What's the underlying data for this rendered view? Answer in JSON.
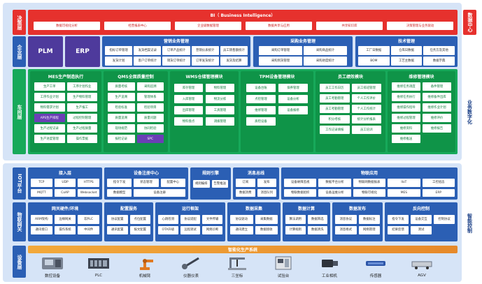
{
  "side_labels": {
    "decision": "决策层",
    "enterprise": "企业层",
    "workshop": "车间层",
    "iot": "IOT平台",
    "gateway": "物联网关",
    "device": "设备层"
  },
  "right_labels": {
    "data_center": "数据中心",
    "digital": "业务数字化",
    "smart_control": "智能控制"
  },
  "bi": {
    "title": "BI（ Business Intelligence）",
    "items": [
      "数据可视化分析",
      "经营报表中心",
      "企业级数据管理",
      "数据共享与应用",
      "共享知识库",
      "决策管理与业务驱动"
    ]
  },
  "enterprise": {
    "plm": "PLM",
    "erp": "ERP",
    "modules": [
      {
        "title": "营销业务管理",
        "rows": [
          [
            "指标订单管理",
            "发货档案记录",
            "订单产品统计",
            "营销仪表统计",
            "员工销售额统计"
          ],
          [
            "发货计划",
            "客户订单统计",
            "销货订单统计",
            "订单发货统计",
            "发货及结算"
          ]
        ]
      },
      {
        "title": "采购业务管理",
        "rows": [
          [
            "采购订单管理",
            "采购商品统计"
          ],
          [
            "采购到货管理",
            "采购进度统计"
          ]
        ]
      },
      {
        "title": "技术管理",
        "rows": [
          [
            "工厂日数据",
            "仓库日数据",
            "任务方及其他"
          ],
          [
            "BOM",
            "工艺主数据",
            "数据字典"
          ]
        ]
      }
    ]
  },
  "workshop": {
    "mes": {
      "title": "MES生产制造执行",
      "rows": [
        [
          "生产工单",
          "工序计划作业"
        ],
        [
          "工序作业计划",
          "生产物料管理"
        ],
        [
          "物料需求计划",
          "生产报工"
        ],
        [
          "APS生产排程",
          "过程控制管理"
        ],
        [
          "生产过程记录",
          "生产过程质量"
        ],
        [
          "生产进度管理",
          "操作票据"
        ]
      ]
    },
    "qms": {
      "title": "QMS全面质量控制",
      "rows": [
        [
          "质量考核",
          "采购追溯"
        ],
        [
          "生产追溯",
          "管理体系"
        ],
        [
          "检验标准",
          "检验项目"
        ],
        [
          "质量追溯",
          "质量问题"
        ],
        [
          "现场规范",
          "协同检验"
        ],
        [
          "报检记录",
          "SPC"
        ]
      ]
    },
    "wms": {
      "title": "WMS仓储管理模块",
      "rows": [
        [
          "库存管理",
          "物料管理"
        ],
        [
          "入库管理",
          "物流分拣"
        ],
        [
          "出库管理",
          "工具管理"
        ],
        [
          "物料盘点",
          "调拨管理"
        ]
      ]
    },
    "tpm": {
      "title": "TPM设备管理模块",
      "rows": [
        [
          "设备台账",
          "保养管理"
        ],
        [
          "点检管理",
          "设备分析"
        ],
        [
          "维修管理",
          "设备报修"
        ],
        [
          "质检设备",
          ""
        ]
      ]
    },
    "hr": {
      "title": "员工绩效模块",
      "rows": [
        [
          "员工工作日历",
          "员工排班管理"
        ],
        [
          "员工考勤管理",
          "个人工作评价"
        ],
        [
          "员工考勤管理",
          "个人工作统计"
        ],
        [
          "积分考核",
          "统计分析报表"
        ],
        [
          "工作记录填报",
          "员工培训"
        ]
      ]
    },
    "maint": {
      "title": "维修管理模块",
      "rows": [
        [
          "维修任务调度",
          "备件管理"
        ],
        [
          "维修任务执行",
          "维修备件出库"
        ],
        [
          "维修操作指导",
          "维修作业计划"
        ],
        [
          "维修过程管理",
          "维修评价"
        ],
        [
          "维修资料",
          "维修报告"
        ],
        [
          "维修推送",
          ""
        ]
      ]
    }
  },
  "iot_platform": {
    "access": {
      "title": "接入层",
      "rows": [
        [
          "TCP",
          "UDP",
          "HTTPS"
        ],
        [
          "MQTT",
          "CoAP",
          "Websocket"
        ]
      ]
    },
    "registry": {
      "title": "设备注册中心",
      "rows": [
        [
          "指令下发",
          "状态管理",
          "配置中心"
        ],
        [
          "数据模型",
          "设备注册"
        ]
      ]
    },
    "rules": {
      "title": "规则引擎",
      "rows": [
        [
          "规则编排",
          "告警推送"
        ]
      ]
    },
    "bus": {
      "title": "消息总线",
      "rows": [
        [
          "订阅",
          "发布"
        ],
        [
          "数据消费",
          "消息队列"
        ]
      ]
    },
    "iot_app": {
      "title": "物联应用",
      "rows": [
        [
          "设备故障监视",
          "数据平台分析",
          "物联网数据报表",
          "IIoT",
          "工控组态"
        ],
        [
          "物联数据组织",
          "设备运维分析",
          "物联可视化",
          "MES",
          "ERP"
        ]
      ]
    }
  },
  "gateway": {
    "hardware": {
      "title": "网关硬件/环境",
      "rows": [
        [
          "ARM架构",
          "边缘网关",
          "软PLC"
        ],
        [
          "通讯接口",
          "操作系统",
          "中间件"
        ]
      ]
    },
    "config": {
      "title": "配置服务",
      "rows": [
        [
          "协议配置",
          "点位配置"
        ],
        [
          "通讯配置",
          "报文配置"
        ]
      ]
    },
    "runtime": {
      "title": "运行框架",
      "rows": [
        [
          "心跳检测",
          "协议适配",
          "文件传输"
        ],
        [
          "OTA升级",
          "远程调试",
          "网络诊断"
        ]
      ]
    },
    "collect": {
      "title": "数据采集",
      "rows": [
        [
          "协议驱动",
          "采集数据"
        ],
        [
          "通讯建立",
          "数据接收"
        ]
      ]
    },
    "compute": {
      "title": "数据计算",
      "rows": [
        [
          "算法调用",
          "数据筛选"
        ],
        [
          "计算规则",
          "数据清洗"
        ]
      ]
    },
    "publish": {
      "title": "数据发布",
      "rows": [
        [
          "消息协议",
          "数据标注"
        ],
        [
          "消息格式",
          "网络管理"
        ]
      ]
    },
    "control": {
      "title": "反向控制",
      "rows": [
        [
          "指令下发",
          "设备交互",
          "控制协议"
        ],
        [
          "结果反馈",
          "测试"
        ]
      ]
    }
  },
  "device_layer": {
    "title": "智能化生产系统",
    "devices": [
      {
        "label": "数控设备",
        "icon": "cnc-machine-icon"
      },
      {
        "label": "PLC",
        "icon": "plc-icon"
      },
      {
        "label": "机械臂",
        "icon": "robot-arm-icon"
      },
      {
        "label": "仪器仪表",
        "icon": "gauge-icon"
      },
      {
        "label": "三坐标",
        "icon": "cmm-icon"
      },
      {
        "label": "试验台",
        "icon": "test-bench-icon"
      },
      {
        "label": "工业相机",
        "icon": "camera-icon"
      },
      {
        "label": "传感器",
        "icon": "sensor-icon"
      },
      {
        "label": "AGV",
        "icon": "agv-icon"
      }
    ]
  },
  "colors": {
    "red": "#e6312d",
    "blue": "#2b5fb4",
    "purple": "#4e3a9c",
    "green": "#17a95a",
    "frame": "#d6e4f7"
  }
}
